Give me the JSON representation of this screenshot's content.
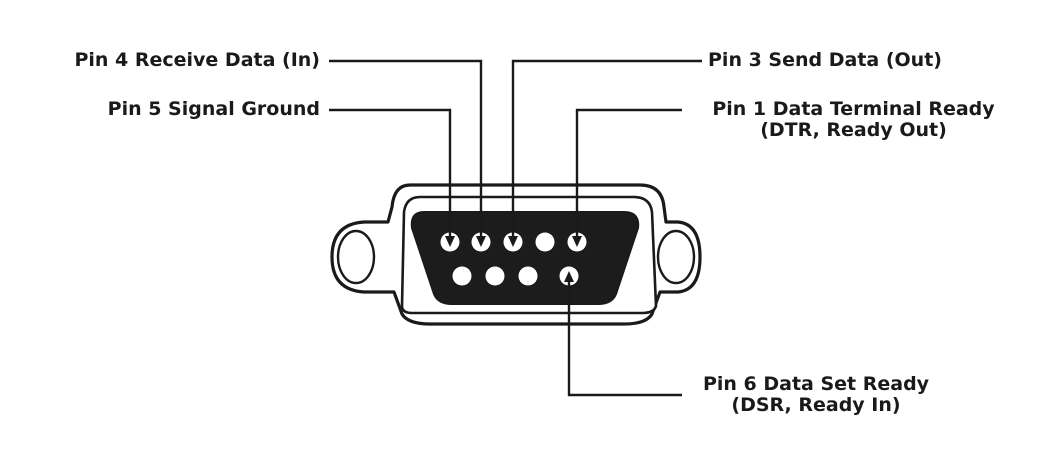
{
  "title": "",
  "colors": {
    "ink": "#1a1a1a",
    "connector_fill": "#1c1c1c",
    "background": "#ffffff"
  },
  "labels": {
    "pin4": "Pin 4 Receive Data (In)",
    "pin5": "Pin 5 Signal Ground",
    "pin3": "Pin 3 Send Data (Out)",
    "pin1_line1": "Pin 1 Data Terminal Ready",
    "pin1_line2": "(DTR, Ready Out)",
    "pin6_line1": "Pin 6 Data Set Ready",
    "pin6_line2": "(DSR, Ready In)"
  },
  "connector": {
    "type": "DE-9",
    "top_row_pins": 5,
    "bottom_row_pins": 4
  }
}
